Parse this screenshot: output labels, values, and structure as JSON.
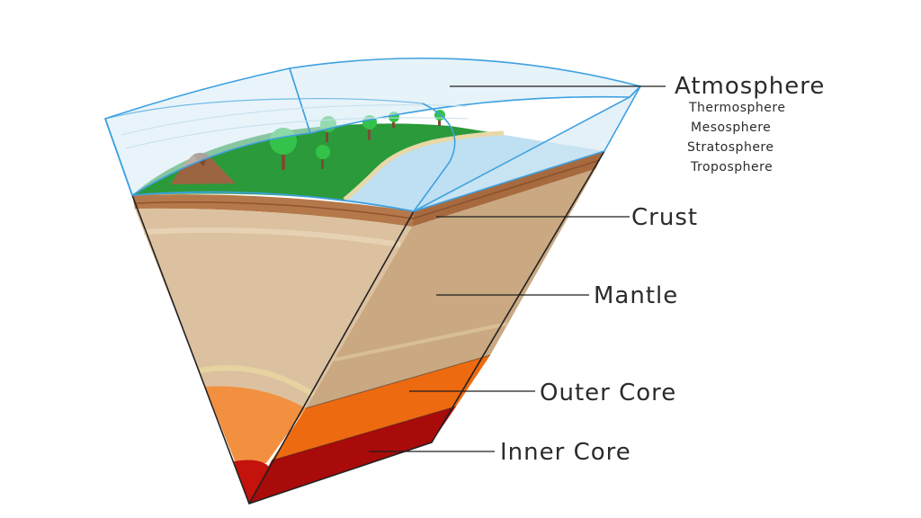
{
  "labels": {
    "atmosphere": "Atmosphere",
    "crust": "Crust",
    "mantle": "Mantle",
    "outer_core": "Outer Core",
    "inner_core": "Inner Core"
  },
  "atmosphere_sublayers": [
    "Thermosphere",
    "Mesosphere",
    "Stratosphere",
    "Troposphere"
  ],
  "colors": {
    "sky": "#d6ebf5",
    "sky_edge": "#3ea1e0",
    "grass": "#2b9a3a",
    "water": "#bfe0f2",
    "crust": "#b5784a",
    "mantle_light": "#dcc1a0",
    "mantle_dark": "#c9a882",
    "outer_core": "#f07020",
    "inner_core": "#b0100c"
  }
}
